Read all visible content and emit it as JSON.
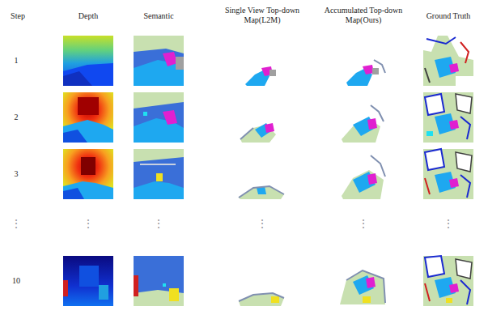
{
  "diagram": {
    "labels": [
      "Step",
      "Depth",
      "Semantic",
      "Single View Top-down Map(L2M)",
      "Accumulated Top-down Map(Ours)",
      "Ground Truth",
      "1",
      "2",
      "3",
      "⋮",
      "⋮",
      "⋮",
      "⋮",
      "⋮",
      "⋮",
      "10"
    ]
  }
}
